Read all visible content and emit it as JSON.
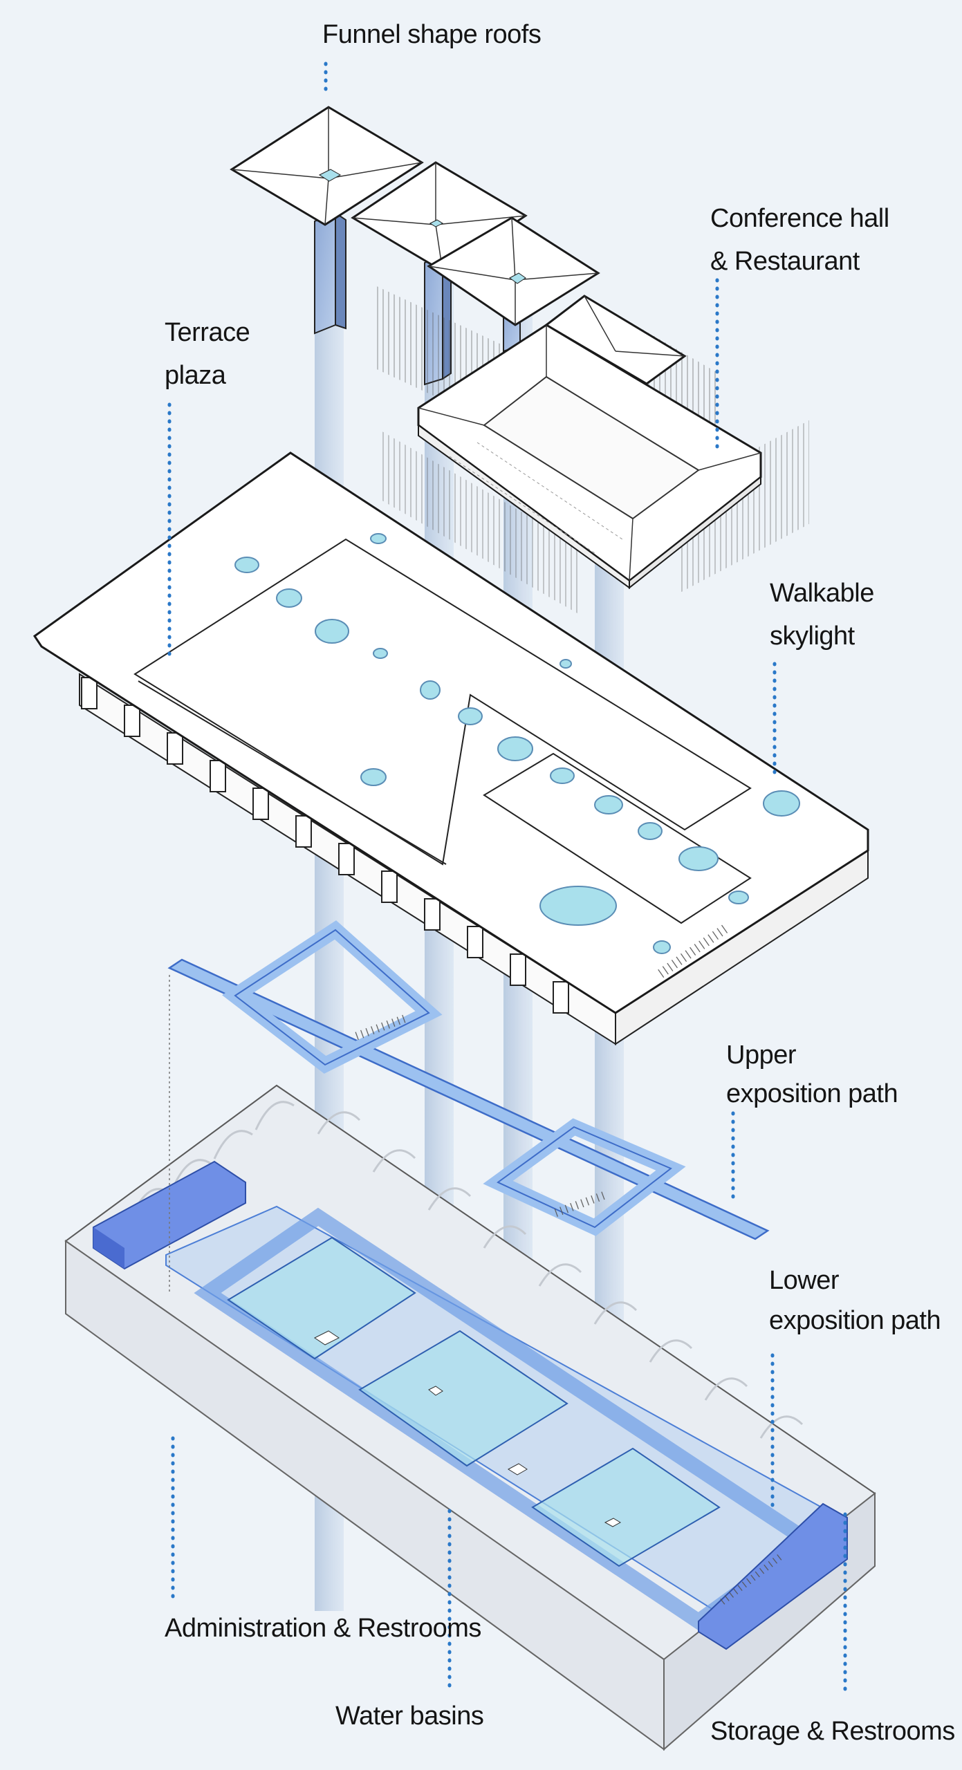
{
  "labels": {
    "funnel_roofs": "Funnel shape roofs",
    "conference_1": "Conference hall",
    "conference_2": "& Restaurant",
    "terrace_1": "Terrace",
    "terrace_2": "plaza",
    "skylight_1": "Walkable",
    "skylight_2": "skylight",
    "upper_path_1": "Upper",
    "upper_path_2": "exposition path",
    "lower_path_1": "Lower",
    "lower_path_2": "exposition path",
    "administration": "Administration & Restrooms",
    "water_basins": "Water basins",
    "storage": "Storage & Restrooms"
  },
  "colors": {
    "background": "#eef3f8",
    "leader_dots": "#2a78c8",
    "path_blue": "#9cc1f0",
    "path_blue_dark": "#6f8fe6",
    "water": "#a9e0ec",
    "light_column": "#9fb8d6",
    "roof_white": "#ffffff",
    "outline": "#1a1a1a"
  }
}
